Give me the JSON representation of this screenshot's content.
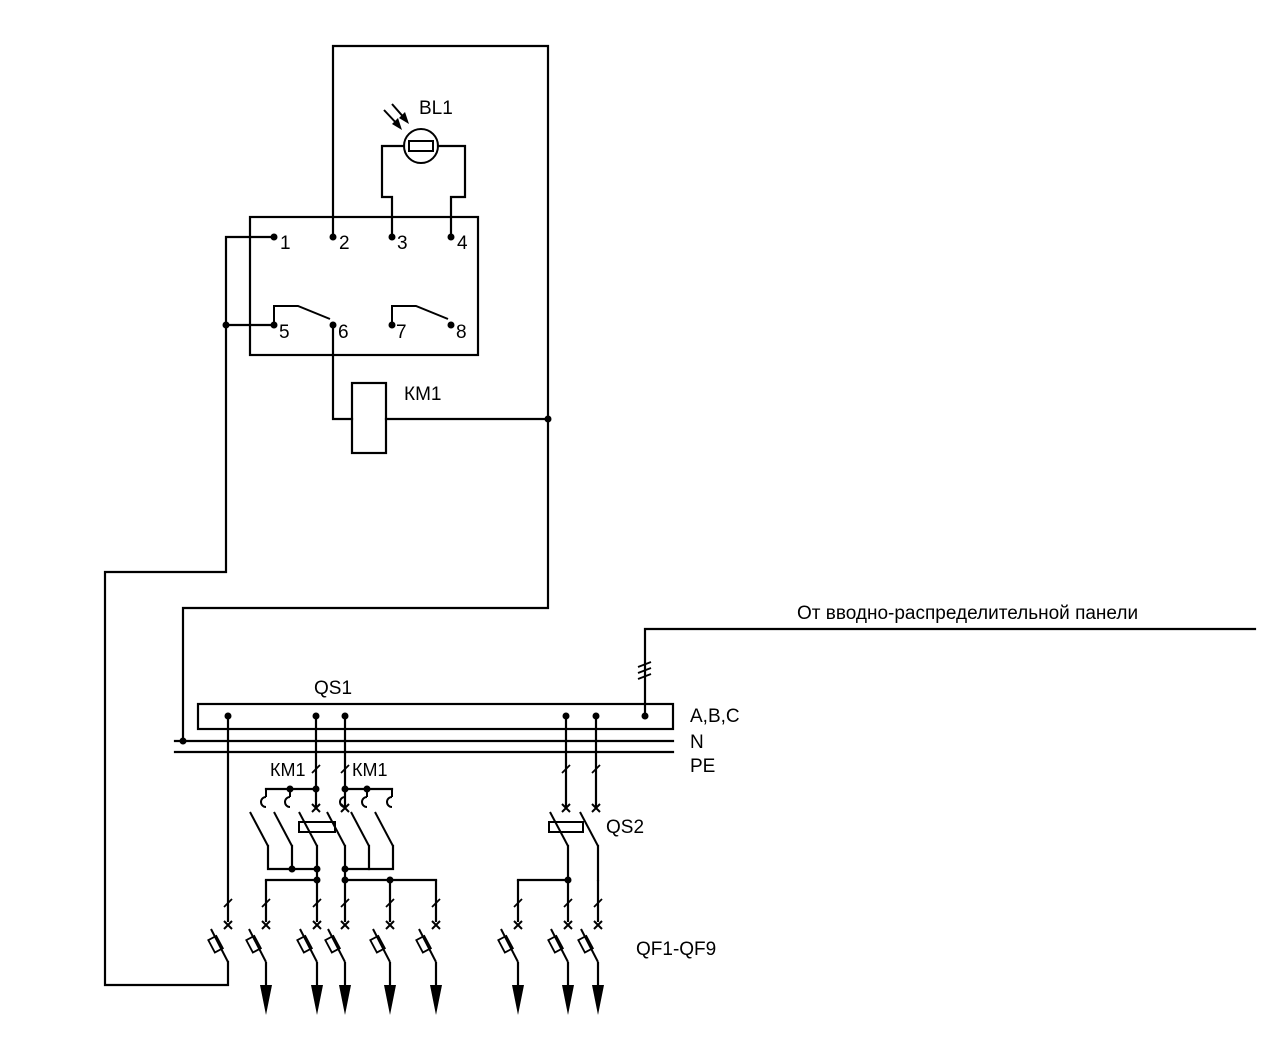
{
  "diagram": {
    "relay_terminals": [
      "1",
      "2",
      "3",
      "4",
      "5",
      "6",
      "7",
      "8"
    ],
    "photo_sensor_label": "BL1",
    "contactor_coil_label": "КМ1",
    "main_switch_label": "QS1",
    "busbar_labels": {
      "phases": "A,B,C",
      "neutral": "N",
      "protective_earth": "PE"
    },
    "contactor_contact_labels": [
      "КМ1",
      "КМ1"
    ],
    "secondary_switch_label": "QS2",
    "breakers_label": "QF1-QF9",
    "supply_label": "От вводно-распределительной панели"
  }
}
